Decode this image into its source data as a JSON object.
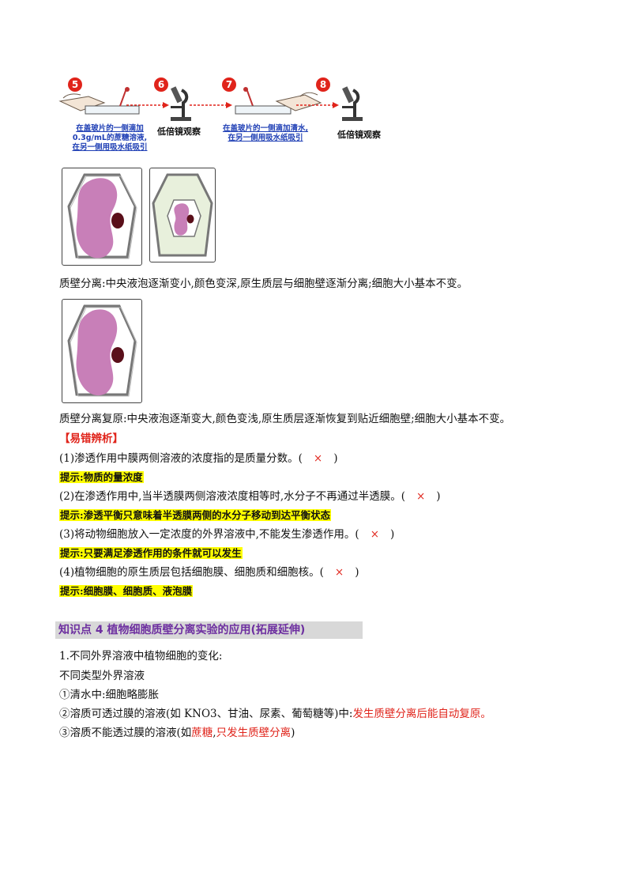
{
  "steps": [
    {
      "num": "5",
      "caption_lines": [
        "在盖玻片的一侧滴加",
        "0.3g/mL的蔗糖溶液,",
        "在另一侧用吸水纸吸引"
      ]
    },
    {
      "num": "6",
      "caption": "低倍镜观察"
    },
    {
      "num": "7",
      "caption_lines": [
        "在盖玻片的一侧滴加清水,",
        "在另一侧用吸水纸吸引"
      ]
    },
    {
      "num": "8",
      "caption": "低倍镜观察"
    }
  ],
  "plasmolysis_text": "质壁分离:中央液泡逐渐变小,颜色变深,原生质层与细胞壁逐渐分离;细胞大小基本不变。",
  "recovery_text": "质壁分离复原:中央液泡逐渐变大,颜色变浅,原生质层逐渐恢复到贴近细胞壁;细胞大小基本不变。",
  "errors_title": "【易错辨析】",
  "mark": "×",
  "questions": [
    {
      "q": "(1)渗透作用中膜两侧溶液的浓度指的是质量分数。(",
      "end": ")",
      "hint": "提示:物质的量浓度"
    },
    {
      "q": "(2)在渗透作用中,当半透膜两侧溶液浓度相等时,水分子不再通过半透膜。(",
      "end": ")",
      "hint": "提示:渗透平衡只意味着半透膜两侧的水分子移动到达平衡状态"
    },
    {
      "q": "(3)将动物细胞放入一定浓度的外界溶液中,不能发生渗透作用。(",
      "end": ")",
      "hint": "提示:只要满足渗透作用的条件就可以发生"
    },
    {
      "q": "(4)植物细胞的原生质层包括细胞膜、细胞质和细胞核。(",
      "end": ")",
      "hint": "提示:细胞膜、细胞质、液泡膜"
    }
  ],
  "knowledge_point": "知识点 4   植物细胞质壁分离实验的应用(拓展延伸)",
  "content": {
    "l1": "1.不同外界溶液中植物细胞的变化:",
    "l2": "不同类型外界溶液",
    "l3": "①清水中:细胞略膨胀",
    "l4_a": "②溶质可透过膜的溶液(如 KNO3、甘油、尿素、葡萄糖等)中:",
    "l4_b": "发生质壁分离后能自动复原。",
    "l5_a": "③溶质不能透过膜的溶液(如",
    "l5_b": "蔗糖",
    "l5_c": ",",
    "l5_d": "只发生质壁分离",
    "l5_e": ")"
  },
  "colors": {
    "red": "#e0241b",
    "purple": "#6d2fa0",
    "highlight": "#ffff00",
    "cell_pink": "#c87fb8",
    "nucleus": "#5a0f1a"
  }
}
